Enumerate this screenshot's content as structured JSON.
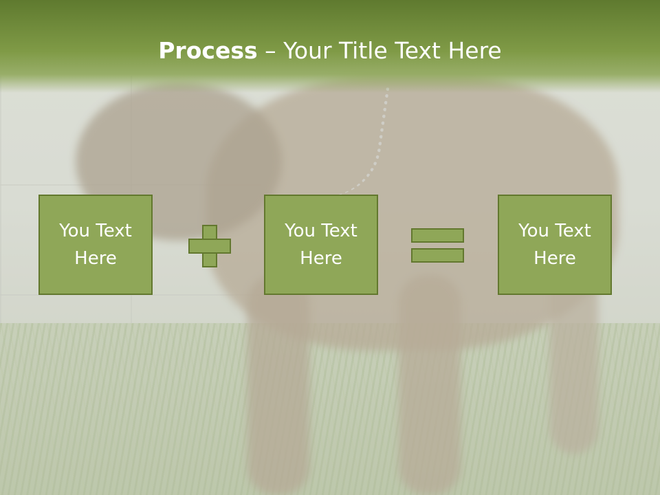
{
  "slide": {
    "title_strong": "Process",
    "title_rest": " – Your Title Text Here",
    "colors": {
      "header": "#6f8a3a",
      "box_fill": "#8fa758",
      "box_border": "#62782e",
      "text": "#ffffff"
    },
    "boxes": [
      {
        "label": "You Text Here"
      },
      {
        "label": "You Text Here"
      },
      {
        "label": "You Text Here"
      }
    ],
    "operators": [
      "plus-icon",
      "equals-icon"
    ]
  }
}
